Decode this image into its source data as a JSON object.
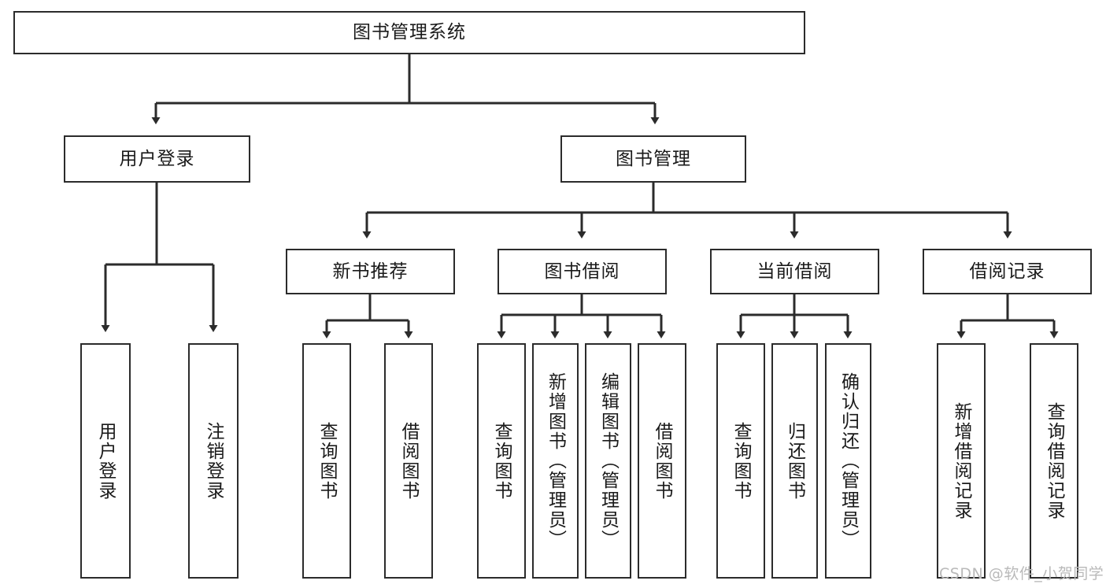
{
  "diagram": {
    "type": "tree-hierarchy-chart",
    "title": "图书管理系统",
    "stroke_color": "#2b2b2b",
    "background_color": "#ffffff",
    "text_color": "#1a1a1a",
    "nodes": {
      "root": {
        "label": "图书管理系统",
        "level": 1
      },
      "l2": [
        {
          "label": "用户登录",
          "level": 2
        },
        {
          "label": "图书管理",
          "level": 2
        }
      ],
      "l3": [
        {
          "label": "新书推荐",
          "level": 3
        },
        {
          "label": "图书借阅",
          "level": 3
        },
        {
          "label": "当前借阅",
          "level": 3
        },
        {
          "label": "借阅记录",
          "level": 3
        }
      ],
      "leaves_user_login": [
        {
          "label": "用户登录"
        },
        {
          "label": "注销登录"
        }
      ],
      "leaves_new_book": [
        {
          "label": "查询图书"
        },
        {
          "label": "借阅图书"
        }
      ],
      "leaves_borrow": [
        {
          "label": "查询图书"
        },
        {
          "label": "新增图书（管理员）"
        },
        {
          "label": "编辑图书（管理员）"
        },
        {
          "label": "借阅图书"
        }
      ],
      "leaves_current": [
        {
          "label": "查询图书"
        },
        {
          "label": "归还图书"
        },
        {
          "label": "确认归还（管理员）"
        }
      ],
      "leaves_records": [
        {
          "label": "新增借阅记录"
        },
        {
          "label": "查询借阅记录"
        }
      ]
    }
  },
  "watermark": {
    "text": "CSDN @软件_小贺同学"
  }
}
